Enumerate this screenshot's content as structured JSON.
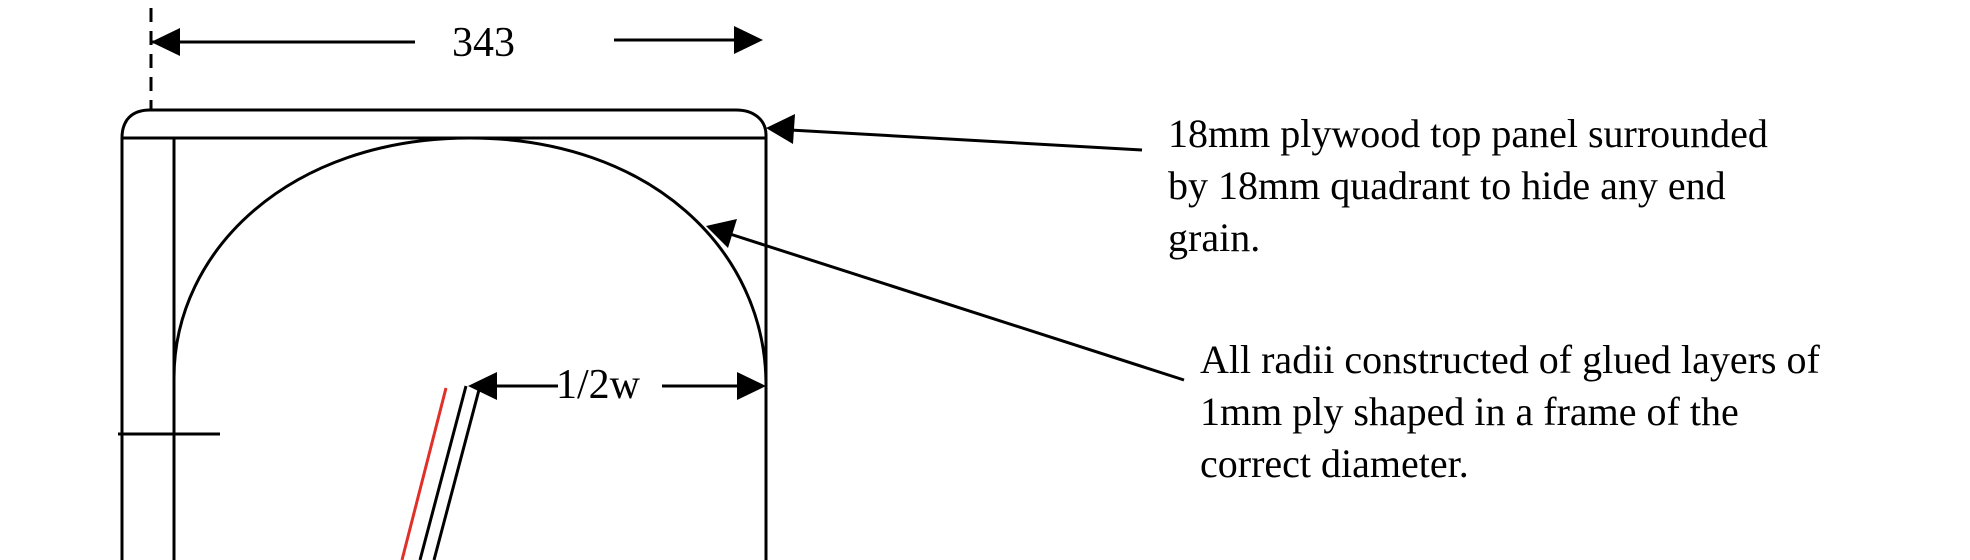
{
  "dimensions": {
    "width_label": "343",
    "half_width_label": "1/2w"
  },
  "annotations": {
    "top_panel_lines": [
      "18mm plywood top panel surrounded",
      "by 18mm quadrant to hide any end",
      "grain."
    ],
    "radii_lines": [
      "All radii constructed of glued layers of",
      "1mm ply shaped in a frame of the",
      "correct diameter."
    ]
  },
  "colors": {
    "line": "#000000",
    "red_line": "#e0302a"
  }
}
